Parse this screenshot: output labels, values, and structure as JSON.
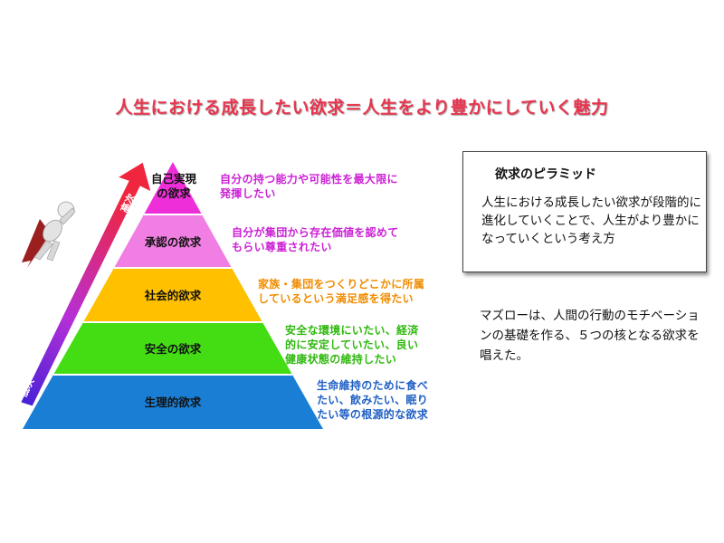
{
  "title": "人生における成長したい欲求＝人生をより豊かにしていく魅力",
  "pyramid": {
    "levels": [
      {
        "label_line1": "自己実現",
        "label_line2": "の欲求",
        "color": "#ee2fd9",
        "description": [
          "自分の持つ能力や可能性を最大限に",
          "発揮したい"
        ],
        "desc_color": "#cc22d6"
      },
      {
        "label": "承認の欲求",
        "color": "#f17fe3",
        "description": [
          "自分が集団から存在価値を認めて",
          "もらい尊重されたい"
        ],
        "desc_color": "#cc22d6"
      },
      {
        "label": "社会的欲求",
        "color": "#ffc000",
        "description": [
          "家族・集団をつくりどこかに所属",
          "しているという満足感を得たい"
        ],
        "desc_color": "#f08c00"
      },
      {
        "label": "安全の欲求",
        "color": "#44dd14",
        "description": [
          "安全な環境にいたい、経済",
          "的に安定していたい、良い",
          "健康状態の維持したい"
        ],
        "desc_color": "#2fb80e"
      },
      {
        "label": "生理的欲求",
        "color": "#1a7fd4",
        "description": [
          "生命維持のために食べ",
          "たい、飲みたい、眠り",
          "たい等の根源的な欲求"
        ],
        "desc_color": "#1f5fc4"
      }
    ]
  },
  "arrow": {
    "top_label": "高次",
    "bottom_label": "低次"
  },
  "box": {
    "title": "欲求のピラミッド",
    "body": "人生における成長したい欲求が段階的に進化していくことで、人生がより豊かになっていくという考え方"
  },
  "maslow_text": "マズローは、人間の行動のモチベーションの基礎を作る、５つの核となる欲求を唱えた。"
}
